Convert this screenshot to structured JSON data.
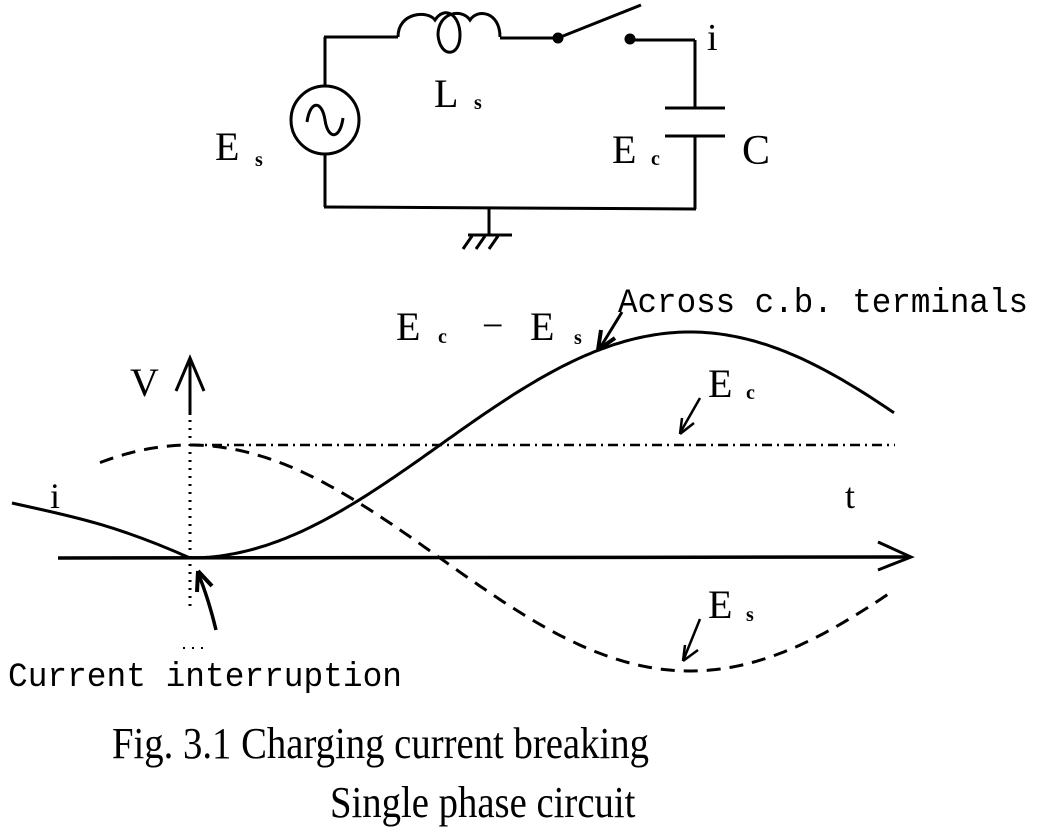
{
  "circuit": {
    "source_label": "E",
    "source_subscript": "s",
    "inductor_label": "L",
    "inductor_subscript": "s",
    "current_label": "i",
    "capacitor_voltage_label": "E",
    "capacitor_voltage_subscript": "c",
    "capacitor_label": "C",
    "icons": [
      "ac-source-icon",
      "inductor-icon",
      "switch-icon",
      "capacitor-icon",
      "ground-icon"
    ]
  },
  "waveform": {
    "y_axis_label": "V",
    "x_axis_label": "t",
    "current_label": "i",
    "terminal_annotation": "Across c.b. terminals",
    "difference_label_E1": "E",
    "difference_label_sub1": "c",
    "difference_label_minus": "−",
    "difference_label_E2": "E",
    "difference_label_sub2": "s",
    "ec_label": "E",
    "ec_subscript": "c",
    "es_label": "E",
    "es_subscript": "s",
    "interruption_label": "Current interruption"
  },
  "caption": {
    "line1": "Fig. 3.1 Charging current breaking",
    "line2": "Single phase circuit"
  },
  "colors": {
    "ink": "#000000",
    "background": "#ffffff"
  }
}
